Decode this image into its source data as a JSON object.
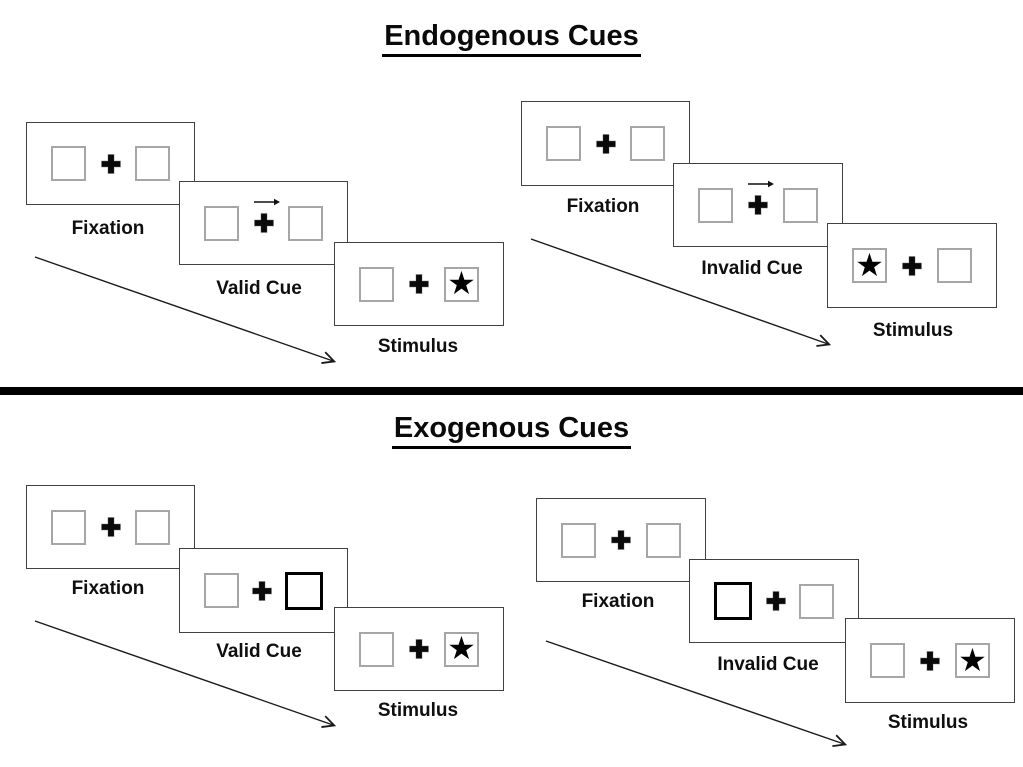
{
  "colors": {
    "background": "#ffffff",
    "ink": "#000000",
    "panel_border": "#404040",
    "placeholder_box_border": "#a6a6a6",
    "cue_highlight_border": "#000000",
    "divider": "#000000"
  },
  "glyphs": {
    "star": "★"
  },
  "endogenous": {
    "title": "Endogenous Cues",
    "sequences": {
      "valid": {
        "cue_type": "central arrow pointing right above fixation cross",
        "stimulus_side": "right",
        "labels": {
          "fixation": "Fixation",
          "cue": "Valid Cue",
          "stimulus": "Stimulus"
        }
      },
      "invalid": {
        "cue_type": "central arrow pointing right above fixation cross",
        "stimulus_side": "left",
        "labels": {
          "fixation": "Fixation",
          "cue": "Invalid Cue",
          "stimulus": "Stimulus"
        }
      }
    }
  },
  "exogenous": {
    "title": "Exogenous Cues",
    "sequences": {
      "valid": {
        "cue_type": "peripheral highlighted box on right",
        "stimulus_side": "right",
        "labels": {
          "fixation": "Fixation",
          "cue": "Valid Cue",
          "stimulus": "Stimulus"
        }
      },
      "invalid": {
        "cue_type": "peripheral highlighted box on left",
        "stimulus_side": "right",
        "labels": {
          "fixation": "Fixation",
          "cue": "Invalid Cue",
          "stimulus": "Stimulus"
        }
      }
    }
  }
}
